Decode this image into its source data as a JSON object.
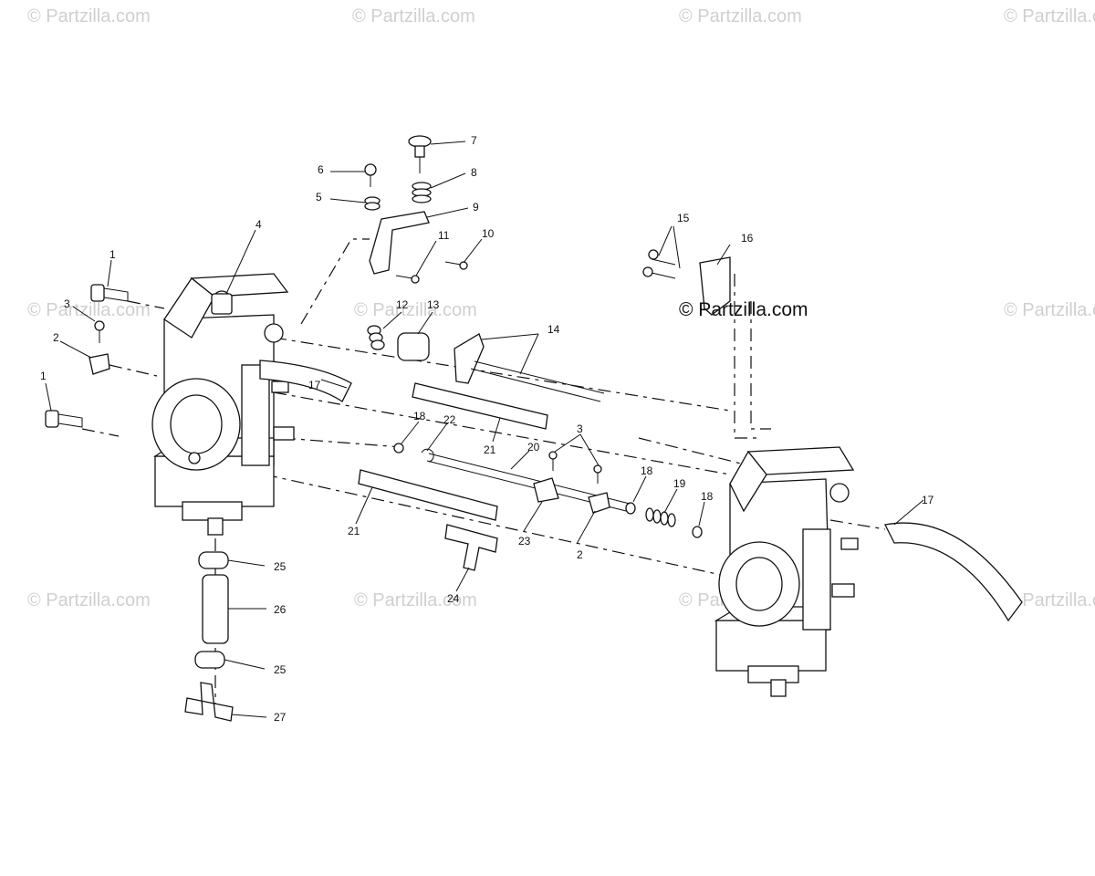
{
  "watermark": {
    "text": "© Partzilla.com"
  },
  "brand": {
    "text": "© Partzilla.com"
  },
  "callouts": {
    "c1a": "1",
    "c1b": "1",
    "c2a": "2",
    "c2b": "2",
    "c3a": "3",
    "c3b": "3",
    "c4": "4",
    "c5": "5",
    "c6": "6",
    "c7": "7",
    "c8": "8",
    "c9": "9",
    "c10": "10",
    "c11": "11",
    "c12": "12",
    "c13": "13",
    "c14": "14",
    "c15": "15",
    "c16": "16",
    "c17a": "17",
    "c17b": "17",
    "c18a": "18",
    "c18b": "18",
    "c18c": "18",
    "c19": "19",
    "c20": "20",
    "c21a": "21",
    "c21b": "21",
    "c22": "22",
    "c23": "23",
    "c24": "24",
    "c25a": "25",
    "c25b": "25",
    "c26": "26",
    "c27": "27"
  }
}
